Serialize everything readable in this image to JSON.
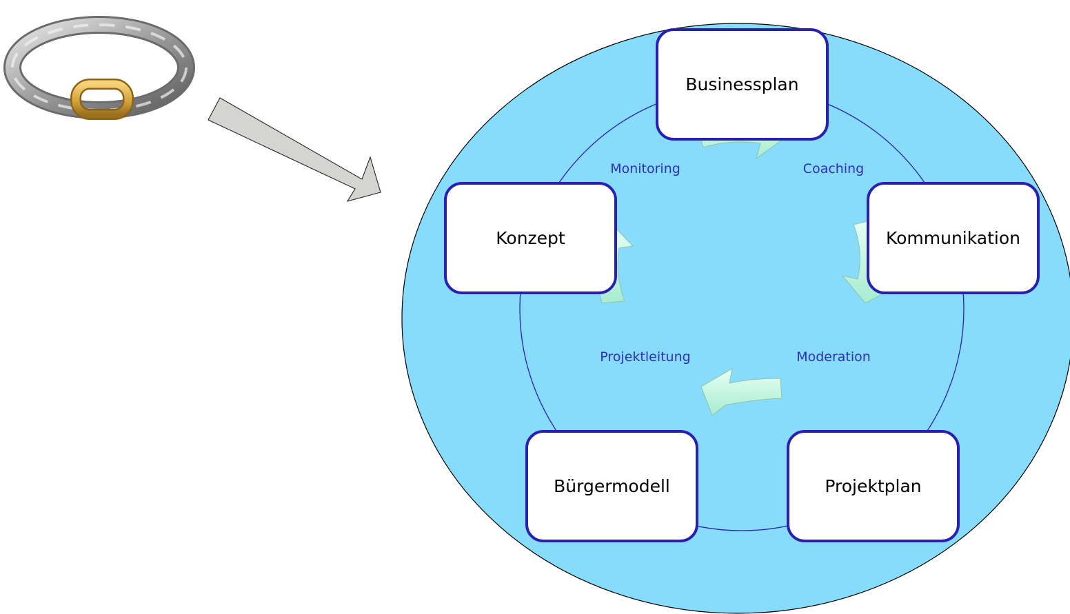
{
  "diagram": {
    "colors": {
      "circle_fill": "#87dcfc",
      "box_border": "#2a1fb3",
      "label_text": "#2f2fb7",
      "cycle_arrow_fill": "#c8f7e4",
      "pointer_arrow_fill": "#d4d4d0",
      "chain_silver": "#a9a9a9",
      "chain_gold": "#d4a43a"
    },
    "icons": [
      "chain-ring-icon",
      "pointer-arrow-icon",
      "cycle-arrow-icon"
    ],
    "boxes": {
      "businessplan": "Businessplan",
      "kommunikation": "Kommunikation",
      "projektplan": "Projektplan",
      "buergermodell": "Bürgermodell",
      "konzept": "Konzept"
    },
    "labels": {
      "monitoring": "Monitoring",
      "coaching": "Coaching",
      "moderation": "Moderation",
      "projektleitung": "Projektleitung"
    }
  }
}
